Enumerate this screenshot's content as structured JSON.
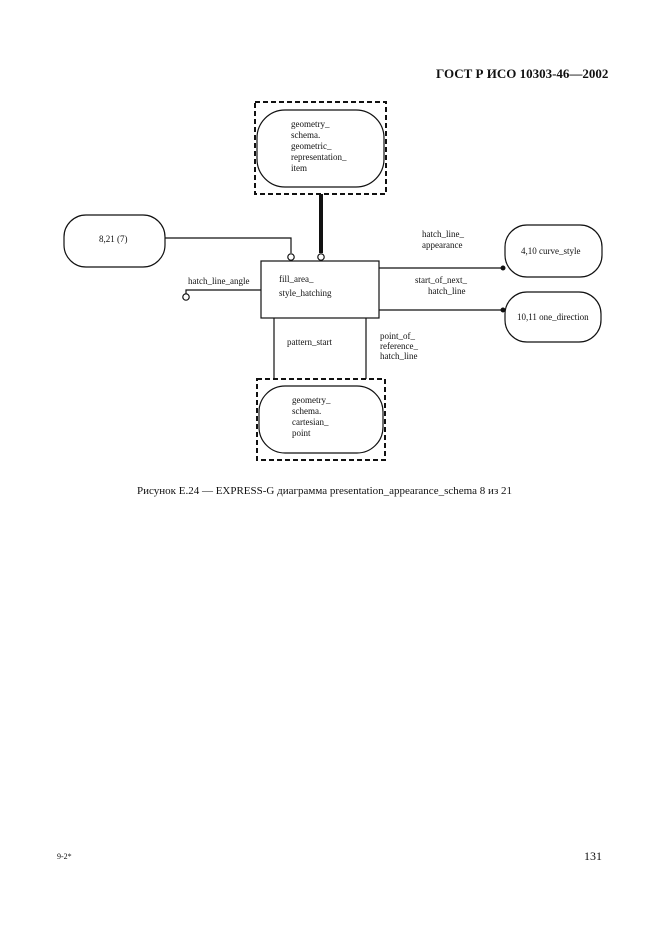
{
  "header": {
    "title": "ГОСТ Р ИСО 10303-46—2002"
  },
  "diagram": {
    "entity": {
      "lines": [
        "fill_area_",
        "style_hatching"
      ]
    },
    "geometric_item": {
      "lines": [
        "geometry_",
        "schema.",
        "geometric_",
        "representation_",
        "item"
      ]
    },
    "ref_8_21": {
      "label": "8,21 (7)"
    },
    "curve_style": {
      "label": "4,10 curve_style"
    },
    "one_direction": {
      "label": "10,11 one_direction"
    },
    "cartesian_point": {
      "lines": [
        "geometry_",
        "schema.",
        "cartesian_",
        "point"
      ]
    },
    "attrs": {
      "hatch_line_angle": "hatch_line_angle",
      "hatch_line_appearance": [
        "hatch_line_",
        "appearance"
      ],
      "start_of_next_hatch_line": [
        "start_of_next_",
        "hatch_line"
      ],
      "pattern_start": "pattern_start",
      "point_of_reference_hatch_line": [
        "point_of_",
        "reference_",
        "hatch_line"
      ]
    }
  },
  "caption": "Рисунок E.24 — EXPRESS-G диаграмма presentation_appearance_schema 8 из 21",
  "footer": {
    "left": "9-2*",
    "page_number": "131"
  }
}
